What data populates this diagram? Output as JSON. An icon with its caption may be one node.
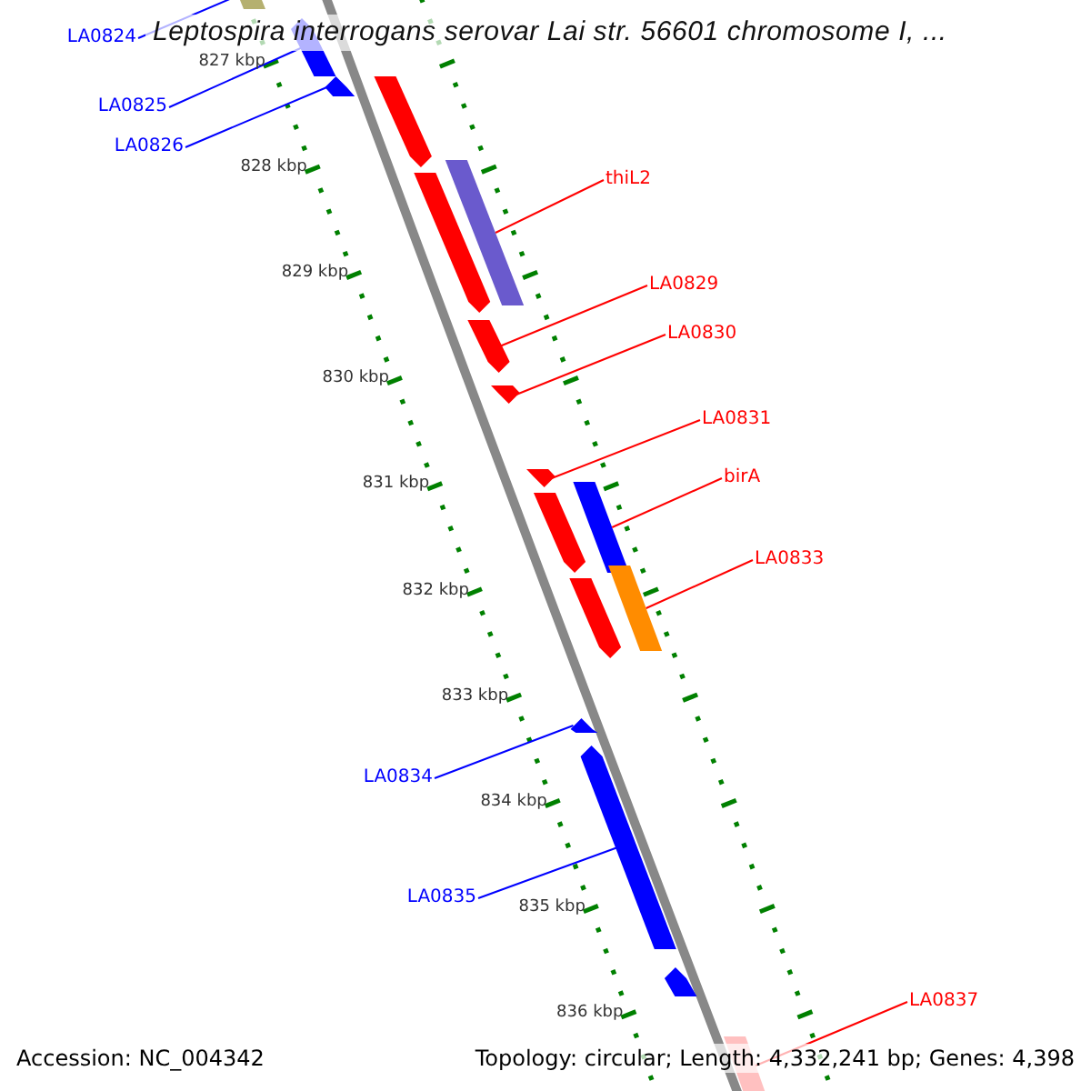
{
  "diagram": {
    "title": "Leptospira interrogans serovar Lai str. 56601 chromosome I, ...",
    "nodes": [
      {
        "text": [
          "LA0824"
        ]
      },
      {
        "text": [
          "LA0825"
        ]
      },
      {
        "text": [
          "LA0826"
        ]
      },
      {
        "text": [
          "thiL2"
        ]
      },
      {
        "text": [
          "LA0829"
        ]
      },
      {
        "text": [
          "LA0830"
        ]
      },
      {
        "text": [
          "LA0831"
        ]
      },
      {
        "text": [
          "birA"
        ]
      },
      {
        "text": [
          "LA0833"
        ]
      },
      {
        "text": [
          "LA0834"
        ]
      },
      {
        "text": [
          "LA0835"
        ]
      },
      {
        "text": [
          "LA0837"
        ]
      },
      {
        "text": [],
        "shape": "bar"
      },
      {
        "text": [],
        "shape": "bar"
      },
      {
        "text": [],
        "shape": "bar"
      },
      {
        "text": [],
        "shape": "bar"
      },
      {
        "text": [],
        "shape": "bar"
      },
      {
        "text": [],
        "shape": "bar"
      },
      {
        "text": [],
        "shape": "bar"
      },
      {
        "text": [],
        "shape": "bar"
      },
      {
        "text": [],
        "shape": "bar"
      },
      {
        "text": [],
        "shape": "bar"
      },
      {
        "text": [],
        "shape": "bar"
      },
      {
        "text": [],
        "shape": "bar"
      },
      {
        "text": [],
        "shape": "bar"
      },
      {
        "text": [],
        "shape": "bar"
      },
      {
        "text": [],
        "shape": "bar"
      },
      {
        "text": [],
        "shape": "bar"
      },
      {
        "text": [],
        "shape": "bar"
      }
    ],
    "edges": [
      {
        "from": 0,
        "to": 12,
        "arrow": "none",
        "color": "#0000ff"
      },
      {
        "from": 1,
        "to": 13,
        "arrow": "none",
        "color": "#0000ff"
      },
      {
        "from": 2,
        "to": 14,
        "arrow": "none",
        "color": "#0000ff"
      },
      {
        "from": 3,
        "to": 17,
        "arrow": "none"
      },
      {
        "from": 4,
        "to": 18,
        "arrow": "none"
      },
      {
        "from": 5,
        "to": 19,
        "arrow": "none"
      },
      {
        "from": 6,
        "to": 20,
        "arrow": "none"
      },
      {
        "from": 7,
        "to": 22,
        "arrow": "none"
      },
      {
        "from": 8,
        "to": 24,
        "arrow": "none"
      },
      {
        "from": 9,
        "to": 25,
        "arrow": "none",
        "color": "#0000ff"
      },
      {
        "from": 10,
        "to": 26,
        "arrow": "none",
        "color": "#0000ff"
      },
      {
        "from": 11,
        "to": 28,
        "arrow": "none"
      }
    ],
    "labels": [
      "827 kbp",
      "828 kbp",
      "829 kbp",
      "830 kbp",
      "831 kbp",
      "832 kbp",
      "833 kbp",
      "834 kbp",
      "835 kbp",
      "836 kbp",
      "Accession: NC_004342",
      "Topology: circular; Length: 4,332,241 bp; Genes: 4,398"
    ]
  }
}
